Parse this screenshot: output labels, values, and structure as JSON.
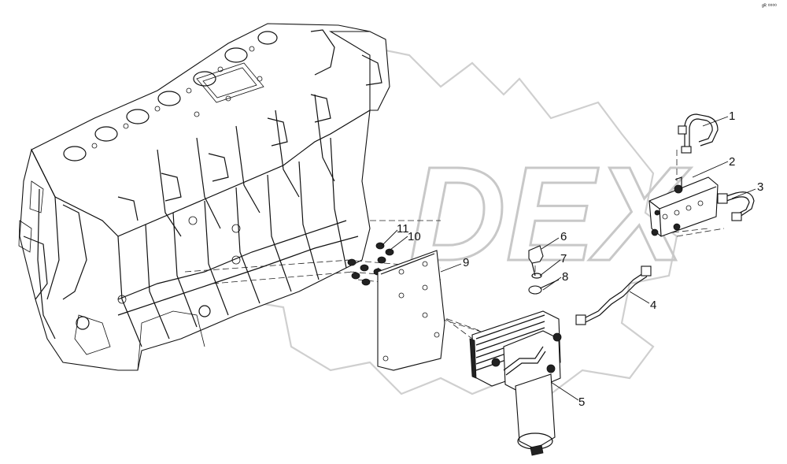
{
  "watermark": "DEX",
  "corner_mark": "ᵍᴿ ⁰⁰⁰⁰",
  "callouts": [
    "1",
    "2",
    "3",
    "4",
    "5",
    "6",
    "7",
    "8",
    "9",
    "10",
    "11"
  ]
}
